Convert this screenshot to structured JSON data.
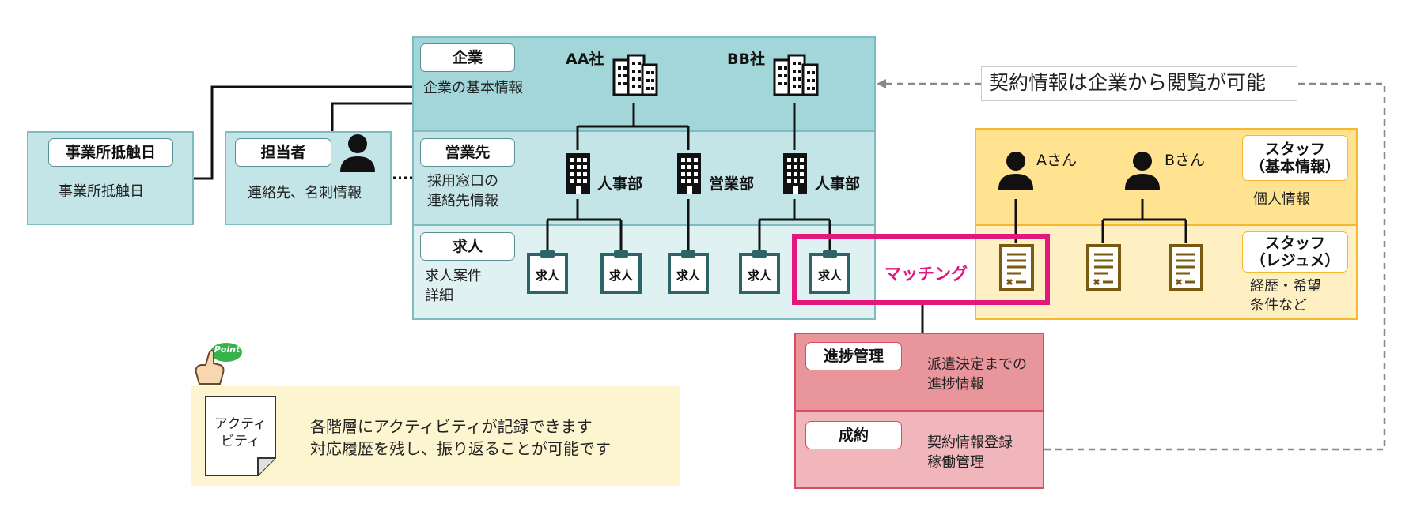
{
  "company": {
    "tag": "企業",
    "desc": "企業の基本情報",
    "aa": "AA社",
    "bb": "BB社"
  },
  "sales": {
    "tag": "営業先",
    "desc_line1": "採用窓口の",
    "desc_line2": "連絡先情報",
    "dept1": "人事部",
    "dept2": "営業部",
    "dept3": "人事部"
  },
  "job": {
    "tag": "求人",
    "desc_line1": "求人案件",
    "desc_line2": "詳細",
    "card_label": "求人"
  },
  "office_contact": {
    "tag": "事業所抵触日",
    "desc": "事業所抵触日"
  },
  "person_in_charge": {
    "tag": "担当者",
    "desc": "連絡先、名刺情報"
  },
  "staff_basic": {
    "tag_line1": "スタッフ",
    "tag_line2": "（基本情報）",
    "desc": "個人情報",
    "person_a": "Aさん",
    "person_b": "Bさん"
  },
  "staff_resume": {
    "tag_line1": "スタッフ",
    "tag_line2": "（レジュメ）",
    "desc_line1": "経歴・希望",
    "desc_line2": "条件など"
  },
  "matching": "マッチング",
  "progress": {
    "tag": "進捗管理",
    "desc_line1": "派遣決定までの",
    "desc_line2": "進捗情報"
  },
  "contract": {
    "tag": "成約",
    "desc_line1": "契約情報登録",
    "desc_line2": "稼働管理"
  },
  "contract_note": "契約情報は企業から閲覧が可能",
  "activity": {
    "badge": "Point",
    "note_line1": "アクティ",
    "note_line2": "ビティ",
    "text_line1": "各階層にアクティビティが記録できます",
    "text_line2": "対応履歴を残し、振り返ることが可能です"
  },
  "colors": {
    "company_fill": "#a3d6d9",
    "sales_fill": "#c3e5e7",
    "job_fill": "#e0f1f2",
    "teal_border": "#7fbcc1",
    "staff_basic_fill": "#ffe391",
    "staff_resume_fill": "#fff0c4",
    "staff_border": "#f5b82e",
    "progress_fill": "#e8959c",
    "contract_fill": "#f0b6bb",
    "pink_border": "#d94d63",
    "matching": "#e2187d",
    "point_green": "#38b24a",
    "activity_fill": "#fdf5d0"
  }
}
